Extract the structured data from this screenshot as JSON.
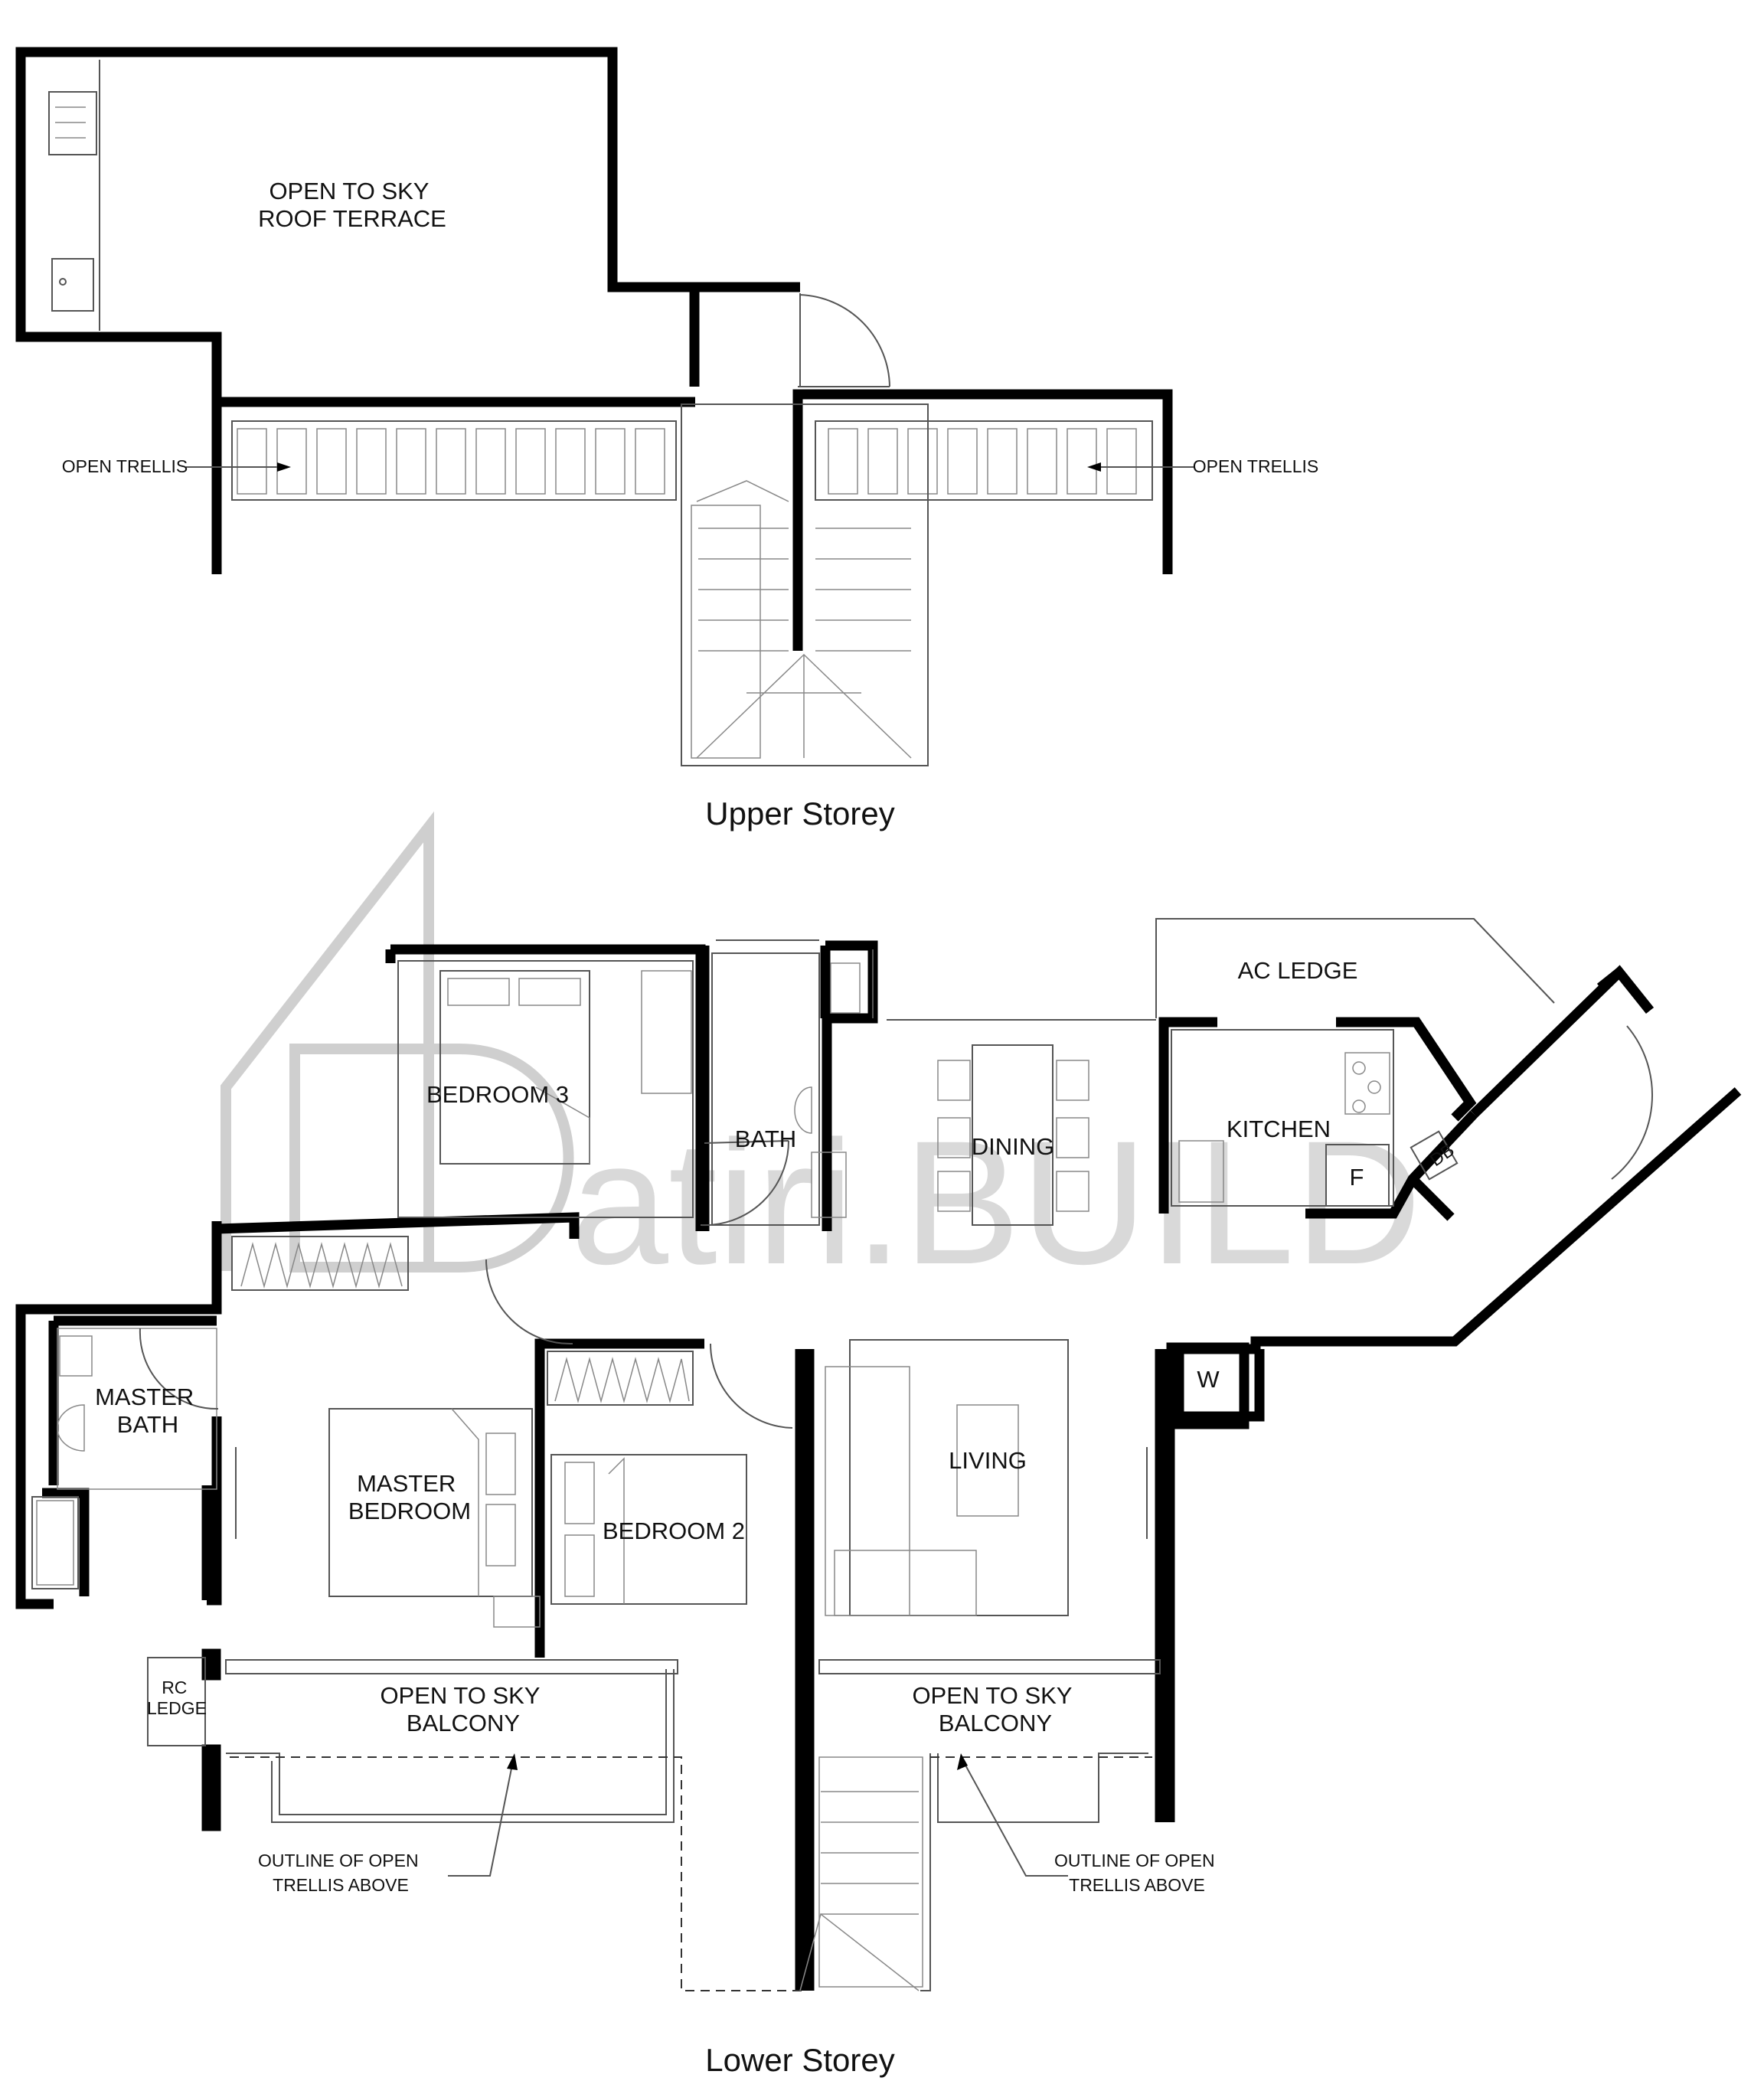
{
  "watermark": "atiri.BUILD",
  "upper_storey": {
    "caption": "Upper Storey",
    "roof_terrace": "OPEN TO SKY\nROOF TERRACE",
    "open_trellis_left": "OPEN TRELLIS",
    "open_trellis_right": "OPEN TRELLIS"
  },
  "lower_storey": {
    "caption": "Lower Storey",
    "rooms": {
      "bedroom3": "BEDROOM 3",
      "bath": "BATH",
      "dining": "DINING",
      "ac_ledge": "AC LEDGE",
      "kitchen": "KITCHEN",
      "db": "DB",
      "fridge": "F",
      "washer": "W",
      "master_bath": "MASTER\nBATH",
      "master_bedroom": "MASTER\nBEDROOM",
      "bedroom2": "BEDROOM 2",
      "living": "LIVING",
      "rc_ledge": "RC\nLEDGE",
      "balcony_left": "OPEN TO SKY\nBALCONY",
      "balcony_right": "OPEN TO SKY\nBALCONY"
    },
    "notes": {
      "trellis_outline_left": "OUTLINE OF OPEN\nTRELLIS ABOVE",
      "trellis_outline_right": "OUTLINE OF OPEN\nTRELLIS ABOVE"
    }
  }
}
